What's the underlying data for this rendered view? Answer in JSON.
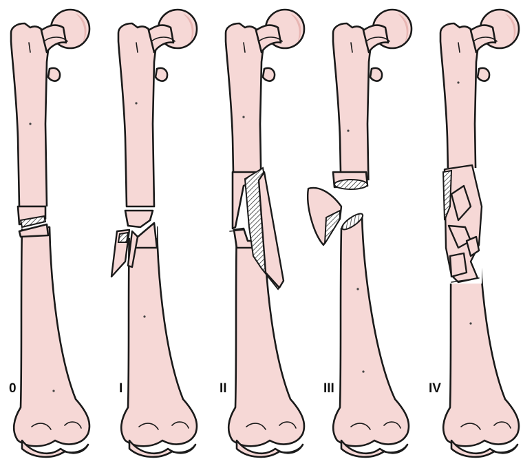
{
  "labels": {
    "type0": "0",
    "type1": "I",
    "type2": "II",
    "type3": "III",
    "type4": "IV"
  },
  "colors": {
    "bone": "#f6d8d6",
    "bone_shade": "#e8b6b3",
    "outline": "#1a1a1a"
  }
}
